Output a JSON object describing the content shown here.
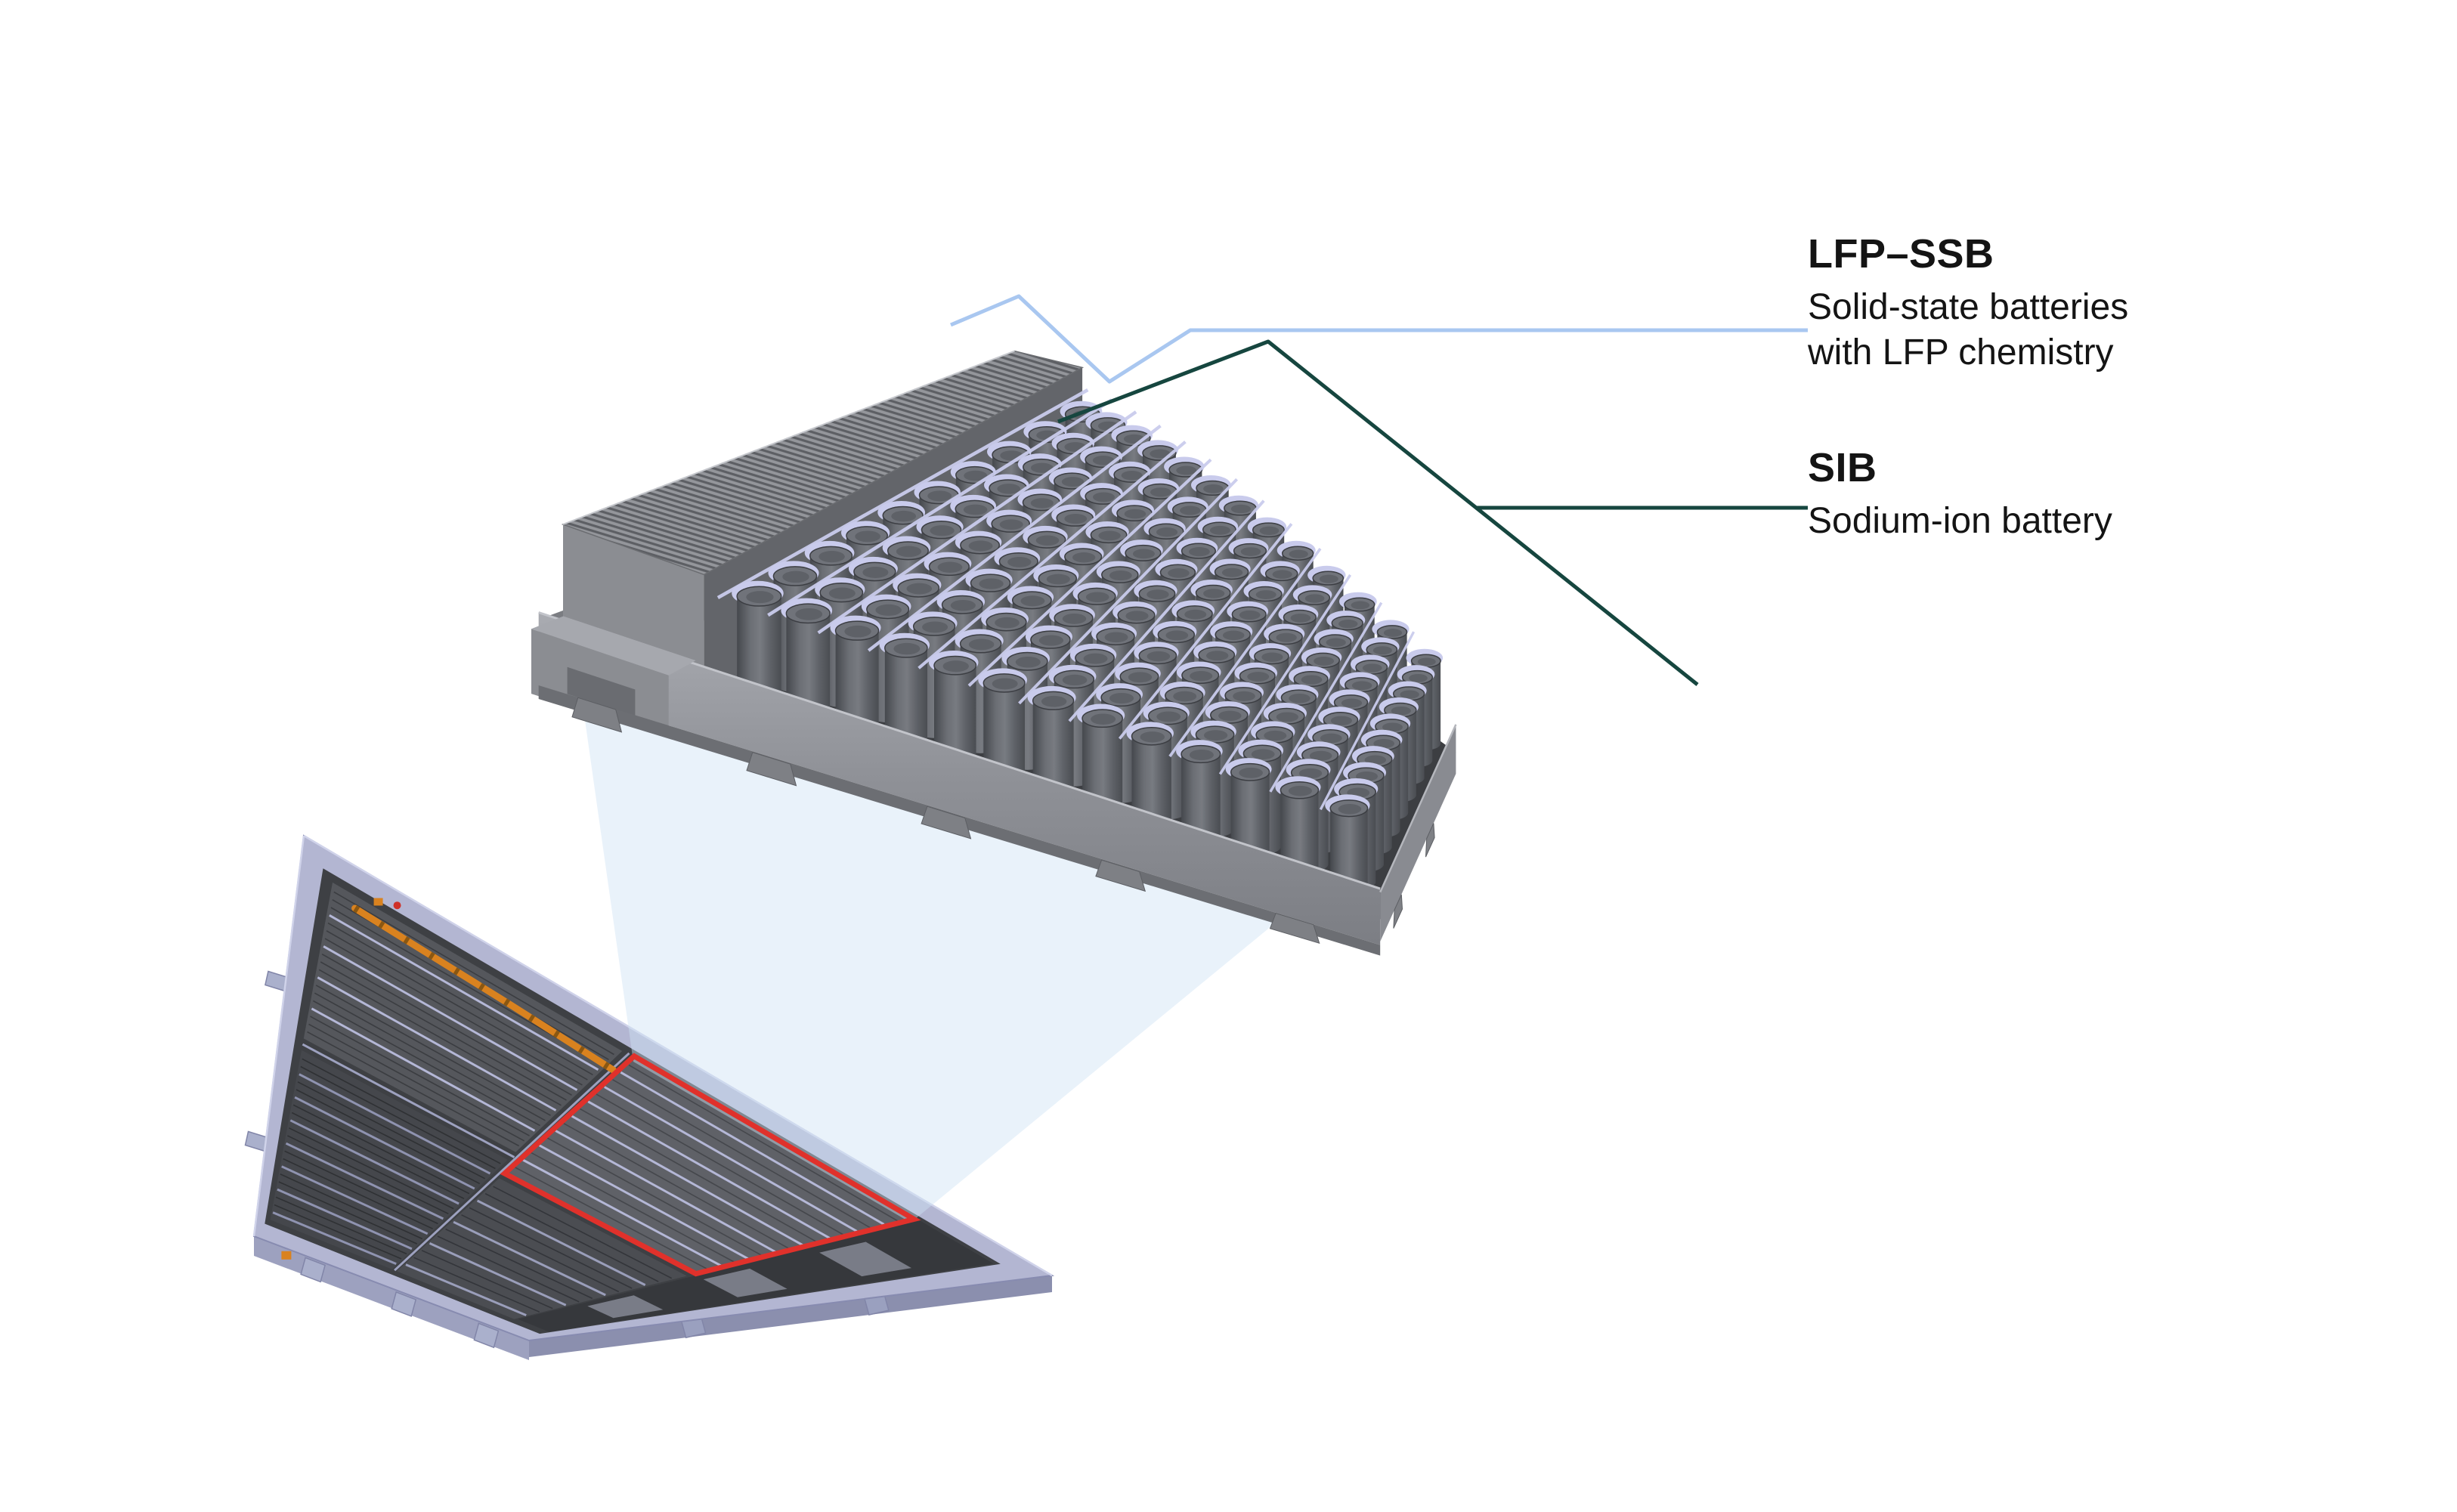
{
  "callouts": {
    "lfp": {
      "title": "LFP–SSB",
      "line1": "Solid-state batteries",
      "line2": "with LFP chemistry",
      "color": "#a9c7f0"
    },
    "sib": {
      "title": "SIB",
      "line1": "Sodium-ion battery",
      "color": "#16463f"
    }
  },
  "scene": {
    "module": {
      "cell_rows": 13,
      "cells_per_row": 10
    },
    "pack": {
      "highlight_color": "#e0312b",
      "harness_color": "#d9821f"
    },
    "palette": {
      "divider": "#c9cbec",
      "cell_top": "#70737a",
      "cell_rim": "#3c3e43",
      "tray_wall": "#8f9197",
      "pack_rim": "#b3b6d2",
      "pack_floor": "#3e4044",
      "cone": "#cfe3f5"
    }
  }
}
